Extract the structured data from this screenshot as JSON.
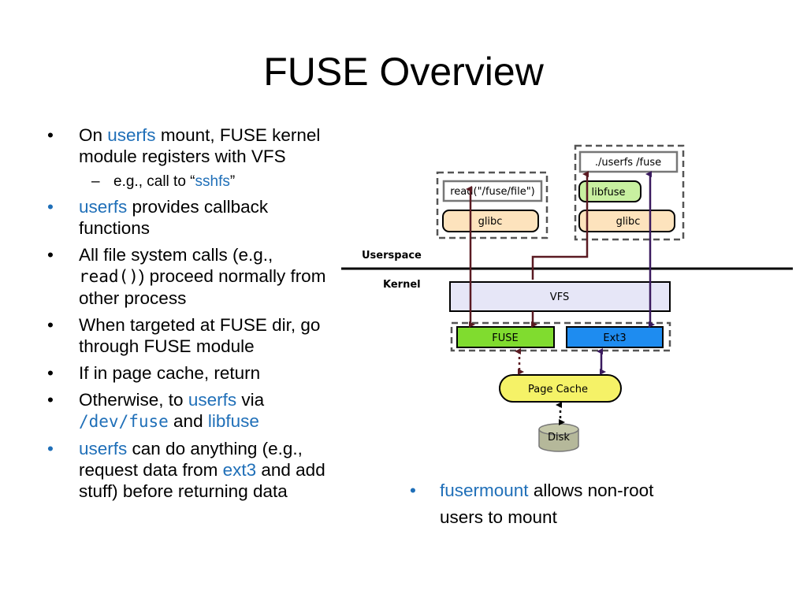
{
  "slide": {
    "title": "FUSE Overview",
    "bullets": [
      {
        "parts": [
          {
            "t": "On "
          },
          {
            "t": "userfs",
            "hl": true
          },
          {
            "t": " mount, FUSE kernel module registers with VFS"
          }
        ],
        "bullet_color": "black"
      },
      {
        "sub": true,
        "parts": [
          {
            "t": "e.g., call to “"
          },
          {
            "t": "sshfs",
            "hl": true
          },
          {
            "t": "”"
          }
        ]
      },
      {
        "parts": [
          {
            "t": "userfs",
            "hl": true
          },
          {
            "t": " provides callback functions"
          }
        ],
        "bullet_color": "blue"
      },
      {
        "parts": [
          {
            "t": "All file system calls (e.g., "
          },
          {
            "t": "read()",
            "mono": true
          },
          {
            "t": ") proceed normally from other process"
          }
        ],
        "bullet_color": "black"
      },
      {
        "parts": [
          {
            "t": "When targeted at FUSE dir, go through FUSE module"
          }
        ],
        "bullet_color": "black"
      },
      {
        "parts": [
          {
            "t": "If in page cache, return"
          }
        ],
        "bullet_color": "black"
      },
      {
        "parts": [
          {
            "t": "Otherwise, to "
          },
          {
            "t": "userfs",
            "hl": true
          },
          {
            "t": " via "
          },
          {
            "t": "/dev/fuse",
            "hl": true,
            "mono": true
          },
          {
            "t": "  and "
          },
          {
            "t": "libfuse",
            "hl": true
          }
        ],
        "bullet_color": "black"
      },
      {
        "parts": [
          {
            "t": "userfs",
            "hl": true
          },
          {
            "t": " can do anything (e.g., request data from "
          },
          {
            "t": "ext3",
            "hl": true
          },
          {
            "t": " and add stuff) before returning data"
          }
        ],
        "bullet_color": "blue"
      }
    ],
    "right_bullet": {
      "parts": [
        {
          "t": "fusermount",
          "hl": true
        },
        {
          "t": " allows non-root users to mount"
        }
      ]
    }
  },
  "diagram": {
    "labels": {
      "userspace": "Userspace",
      "kernel": "Kernel",
      "read_call": "read(\"/fuse/file\")",
      "glibc_left": "glibc",
      "userfs_cmd": "./userfs /fuse",
      "libfuse": "libfuse",
      "glibc_right": "glibc",
      "vfs": "VFS",
      "fuse": "FUSE",
      "ext3": "Ext3",
      "page_cache": "Page Cache",
      "disk": "Disk"
    },
    "colors": {
      "glibc": "#fde3bd",
      "libfuse": "#c8f0a0",
      "vfs": "#e6e6f7",
      "fuse": "#80dc2f",
      "ext3": "#1e8cf0",
      "page_cache": "#f5f267",
      "disk": "#b5b89a",
      "arrow_fuse": "#5a1a22",
      "arrow_ext3": "#3a1a5e",
      "highlight_text": "#1f6fb8"
    }
  }
}
